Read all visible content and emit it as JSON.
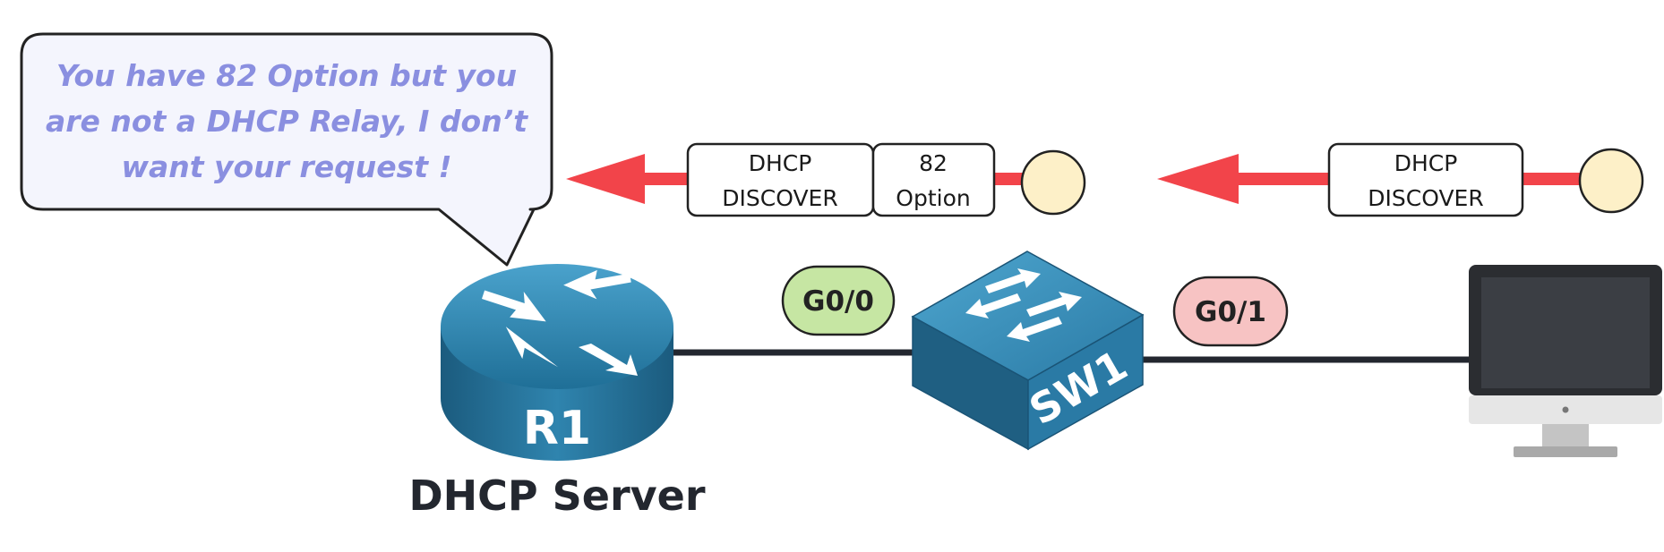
{
  "speech_bubble": {
    "lines": [
      "You have 82 Option but you",
      "are not a DHCP Relay, I don’t",
      "want your request !"
    ]
  },
  "packet_left": {
    "dhcp_line1": "DHCP",
    "dhcp_line2": "DISCOVER",
    "option_line1": "82",
    "option_line2": "Option"
  },
  "packet_right": {
    "dhcp_line1": "DHCP",
    "dhcp_line2": "DISCOVER"
  },
  "router": {
    "label": "R1",
    "role": "DHCP Server"
  },
  "switch": {
    "label": "SW1"
  },
  "interfaces": {
    "left": {
      "label": "G0/0",
      "color": "#c6e6a3"
    },
    "right": {
      "label": "G0/1",
      "color": "#f7c3c3"
    }
  },
  "colors": {
    "arrow": "#f2444a",
    "router_blue": "#2d7ea8",
    "switch_blue": "#2f7fa8",
    "dot": "#fdf0c8",
    "bubble_fill": "#f4f5fd",
    "bubble_text": "#8a8fe0"
  }
}
